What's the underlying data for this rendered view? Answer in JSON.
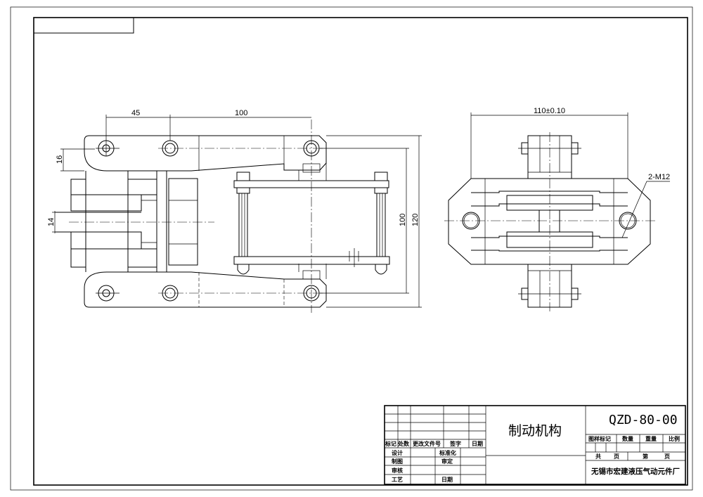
{
  "drawing": {
    "front_view_dimensions": {
      "pitch_left": "45",
      "pitch_right": "100",
      "plate_width": "16",
      "shaft_dia": "14",
      "hole_spacing": "100",
      "overall_height": "120"
    },
    "side_view_dimensions": {
      "width": "110±0.10",
      "thread_callout": "2-M12"
    }
  },
  "title_block": {
    "revision_headers": [
      "标记",
      "处数",
      "更改文件号",
      "签字",
      "日期"
    ],
    "approval_rows": [
      {
        "label": "设计",
        "label2": "标准化"
      },
      {
        "label": "制图",
        "label2": "审定"
      },
      {
        "label": "审核",
        "label2": ""
      },
      {
        "label": "工艺",
        "label2": "日期"
      }
    ],
    "part_name": "制动机构",
    "drawing_number": "QZD-80-00",
    "attr_headers": [
      "图样标记",
      "数量",
      "重量",
      "比例"
    ],
    "sheet_total_label": "共",
    "sheet_page_label": "页",
    "sheet_no_label": "第",
    "sheet_page_label2": "页",
    "company": "无锡市宏建液压气动元件厂"
  }
}
